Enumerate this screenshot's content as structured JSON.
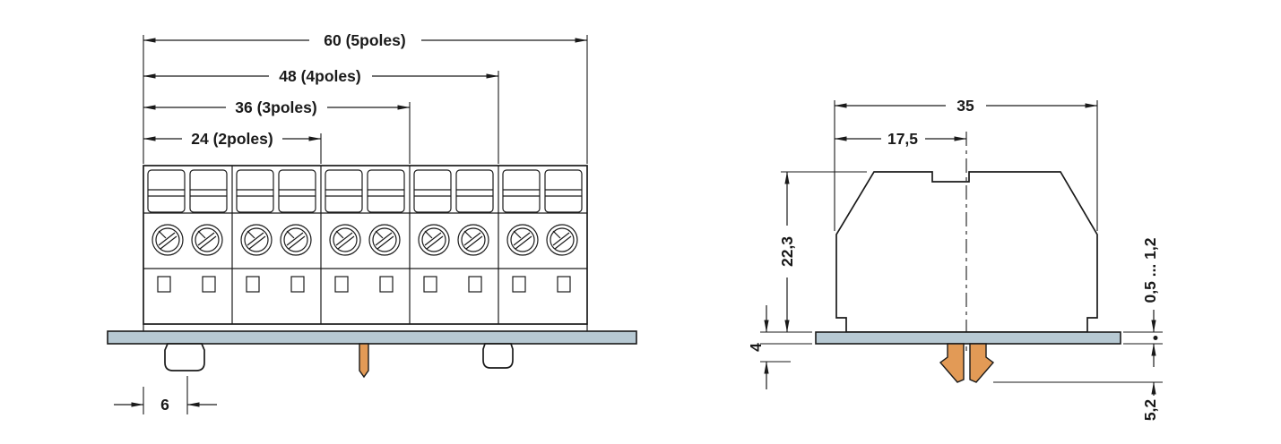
{
  "drawing": {
    "front_view": {
      "pole_count": 5,
      "dims": [
        "60 (5poles)",
        "48 (4poles)",
        "36 (3poles)",
        "24 (2poles)"
      ],
      "foot_offset_dim": "6"
    },
    "side_view": {
      "overall_width_dim": "35",
      "half_width_dim": "17,5",
      "height_dim": "22,3",
      "foot_depth_dim": "4",
      "panel_thickness_dim": "0,5 ... 1,2",
      "protrusion_dim": "5,2"
    },
    "colors": {
      "line": "#1a1a1a",
      "panel_fill": "#b7c9d3",
      "foot_fill": "#e29a56"
    }
  }
}
